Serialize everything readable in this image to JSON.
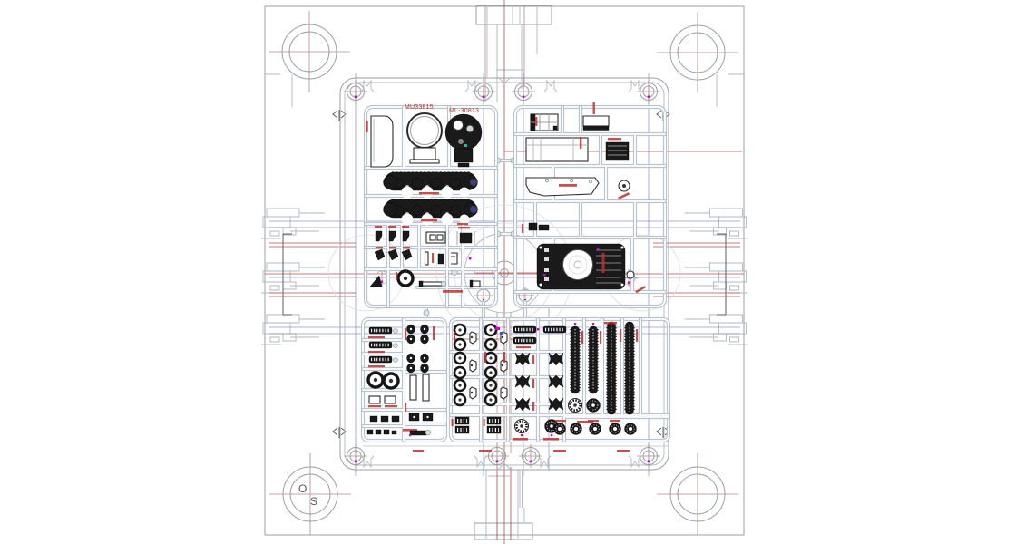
{
  "drawing": {
    "type": "injection-mold plate layout with model-kit sprues",
    "title_labels": {
      "sprue_left": "MU33815",
      "sprue_right": "ML-30813"
    },
    "datum_marks": {
      "outer_ring": "O",
      "inner_ring": "S"
    },
    "colors": {
      "background": "#ffffff",
      "plate_outline": "#9aa0a6",
      "runner_channel": "#b9c4cd",
      "part_silhouette": "#1a1a1a",
      "label_red": "#c03030",
      "centerline_red": "#b05050",
      "centerline_blue": "#7b7fc9",
      "highlight_magenta": "#cc00cc",
      "track_tip_blue": "#3d3d77"
    }
  }
}
